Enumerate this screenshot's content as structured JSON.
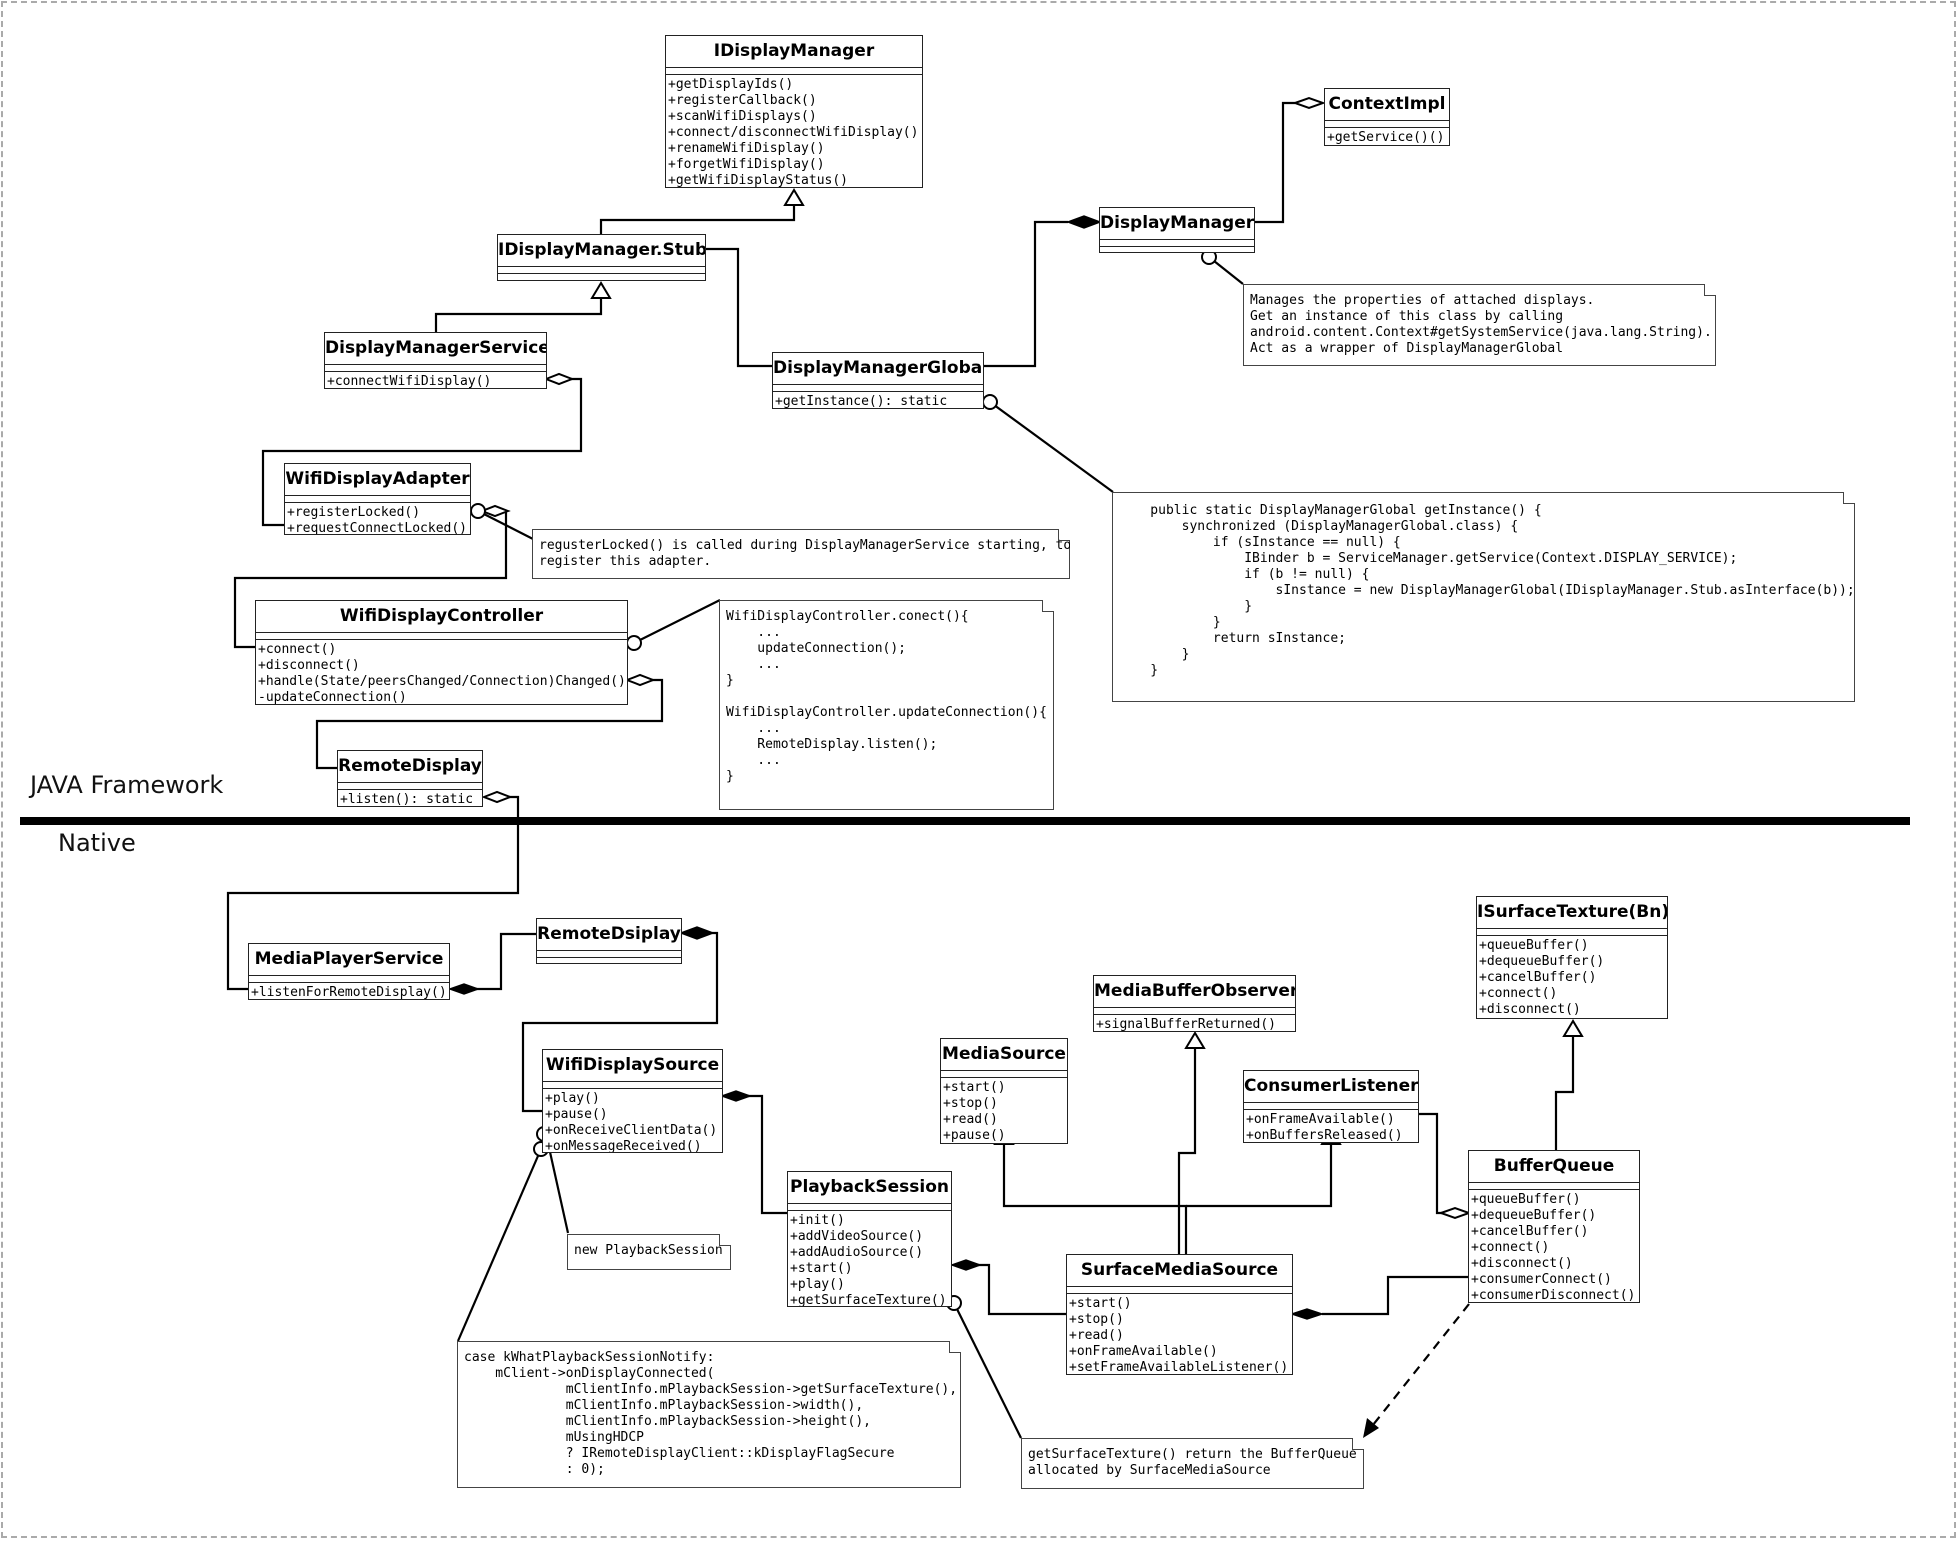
{
  "sections": {
    "java": "JAVA Framework",
    "native": "Native"
  },
  "classes": {
    "IDisplayManager": {
      "title": "IDisplayManager",
      "methods": [
        "+getDisplayIds()",
        "+registerCallback()",
        "+scanWifiDisplays()",
        "+connect/disconnectWifiDisplay()",
        "+renameWifiDisplay()",
        "+forgetWifiDisplay()",
        "+getWifiDisplayStatus()"
      ]
    },
    "ContextImpl": {
      "title": "ContextImpl",
      "methods": [
        "+getService()()"
      ]
    },
    "DisplayManager": {
      "title": "DisplayManager",
      "methods": []
    },
    "IDisplayManagerStub": {
      "title": "IDisplayManager.Stub",
      "methods": []
    },
    "DisplayManagerService": {
      "title": "DisplayManagerService",
      "methods": [
        "+connectWifiDisplay()"
      ]
    },
    "DisplayManagerGlobal": {
      "title": "DisplayManagerGlobal",
      "methods": [
        "+getInstance(): static"
      ]
    },
    "WifiDisplayAdapter": {
      "title": "WifiDisplayAdapter",
      "methods": [
        "+registerLocked()",
        "+requestConnectLocked()"
      ]
    },
    "WifiDisplayController": {
      "title": "WifiDisplayController",
      "methods": [
        "+connect()",
        "+disconnect()",
        "+handle(State/peersChanged/Connection)Changed()",
        "-updateConnection()"
      ]
    },
    "RemoteDisplay": {
      "title": "RemoteDisplay",
      "methods": [
        "+listen(): static"
      ]
    },
    "MediaPlayerService": {
      "title": "MediaPlayerService",
      "methods": [
        "+listenForRemoteDisplay()"
      ]
    },
    "RemoteDsiplay": {
      "title": "RemoteDsiplay",
      "methods": []
    },
    "WifiDisplaySource": {
      "title": "WifiDisplaySource",
      "methods": [
        "+play()",
        "+pause()",
        "+onReceiveClientData()",
        "+onMessageReceived()"
      ]
    },
    "PlaybackSession": {
      "title": "PlaybackSession",
      "methods": [
        "+init()",
        "+addVideoSource()",
        "+addAudioSource()",
        "+start()",
        "+play()",
        "+getSurfaceTexture()"
      ]
    },
    "MediaSource": {
      "title": "MediaSource",
      "methods": [
        "+start()",
        "+stop()",
        "+read()",
        "+pause()"
      ]
    },
    "MediaBufferObserver": {
      "title": "MediaBufferObserver",
      "methods": [
        "+signalBufferReturned()"
      ]
    },
    "ConsumerListener": {
      "title": "ConsumerListener",
      "methods": [
        "+onFrameAvailable()",
        "+onBuffersReleased()"
      ]
    },
    "SurfaceMediaSource": {
      "title": "SurfaceMediaSource",
      "methods": [
        "+start()",
        "+stop()",
        "+read()",
        "+onFrameAvailable()",
        "+setFrameAvailableListener()"
      ]
    },
    "ISurfaceTextureBn": {
      "title": "ISurfaceTexture(Bn)",
      "methods": [
        "+queueBuffer()",
        "+dequeueBuffer()",
        "+cancelBuffer()",
        "+connect()",
        "+disconnect()"
      ]
    },
    "BufferQueue": {
      "title": "BufferQueue",
      "methods": [
        "+queueBuffer()",
        "+dequeueBuffer()",
        "+cancelBuffer()",
        "+connect()",
        "+disconnect()",
        "+consumerConnect()",
        "+consumerDisconnect()"
      ]
    }
  },
  "notes": {
    "displayManager": "Manages the properties of attached displays.\nGet an instance of this class by calling\nandroid.content.Context#getSystemService(java.lang.String).\nAct as a wrapper of DisplayManagerGlobal",
    "getInstance": "    public static DisplayManagerGlobal getInstance() {\n        synchronized (DisplayManagerGlobal.class) {\n            if (sInstance == null) {\n                IBinder b = ServiceManager.getService(Context.DISPLAY_SERVICE);\n                if (b != null) {\n                    sInstance = new DisplayManagerGlobal(IDisplayManager.Stub.asInterface(b));\n                }\n            }\n            return sInstance;\n        }\n    }",
    "registerLocked": "regusterLocked() is called during DisplayManagerService starting, to\nregister this adapter.",
    "controller": "WifiDisplayController.conect(){\n    ...\n    updateConnection();\n    ...\n}\n\nWifiDisplayController.updateConnection(){\n    ...\n    RemoteDisplay.listen();\n    ...\n}",
    "newPlayback": "new PlaybackSession",
    "playbackNotify": "case kWhatPlaybackSessionNotify:\n    mClient->onDisplayConnected(\n             mClientInfo.mPlaybackSession->getSurfaceTexture(),\n             mClientInfo.mPlaybackSession->width(),\n             mClientInfo.mPlaybackSession->height(),\n             mUsingHDCP\n             ? IRemoteDisplayClient::kDisplayFlagSecure\n             : 0);",
    "surfaceTexture": "getSurfaceTexture() return the BufferQueue\nallocated by SurfaceMediaSource"
  }
}
